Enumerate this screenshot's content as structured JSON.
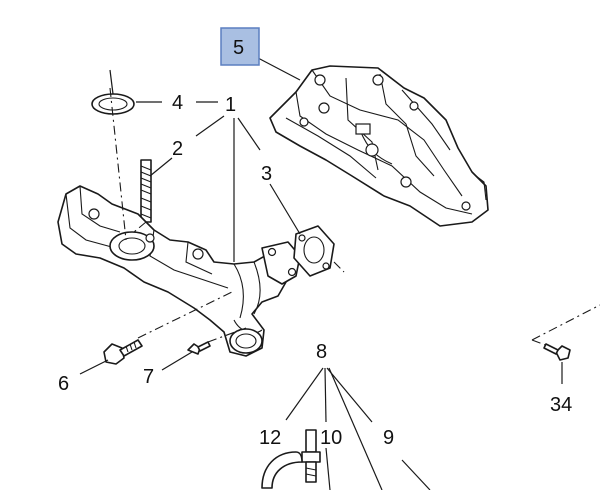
{
  "callouts": {
    "c1": "1",
    "c2": "2",
    "c3": "3",
    "c4": "4",
    "c5": "5",
    "c6": "6",
    "c7": "7",
    "c8": "8",
    "c9": "9",
    "c10": "10",
    "c12": "12",
    "c34": "34"
  },
  "colors": {
    "highlight_fill": "#a9bfe2",
    "highlight_stroke": "#5b7fc0",
    "line": "#1a1a1a"
  }
}
